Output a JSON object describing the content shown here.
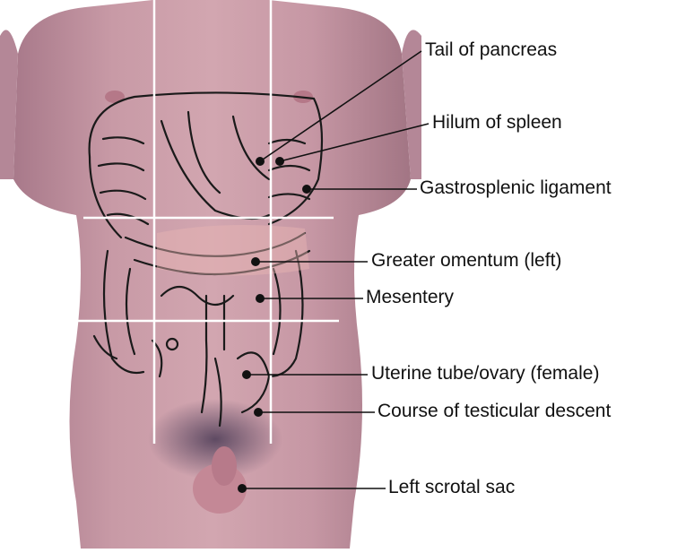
{
  "figure": {
    "labels": [
      "Tail of pancreas",
      "Hilum of spleen",
      "Gastrosplenic ligament",
      "Greater omentum (left)",
      "Mesentery",
      "Uterine tube/ovary (female)",
      "Course of testicular descent",
      "Left scrotal sac"
    ]
  },
  "colors": {
    "skin": "#c99aa6",
    "skin_shadow": "#b08391",
    "grid_lines": "#ffffff",
    "outline": "#1a1a1a",
    "leader": "#111111",
    "background": "#ffffff"
  }
}
